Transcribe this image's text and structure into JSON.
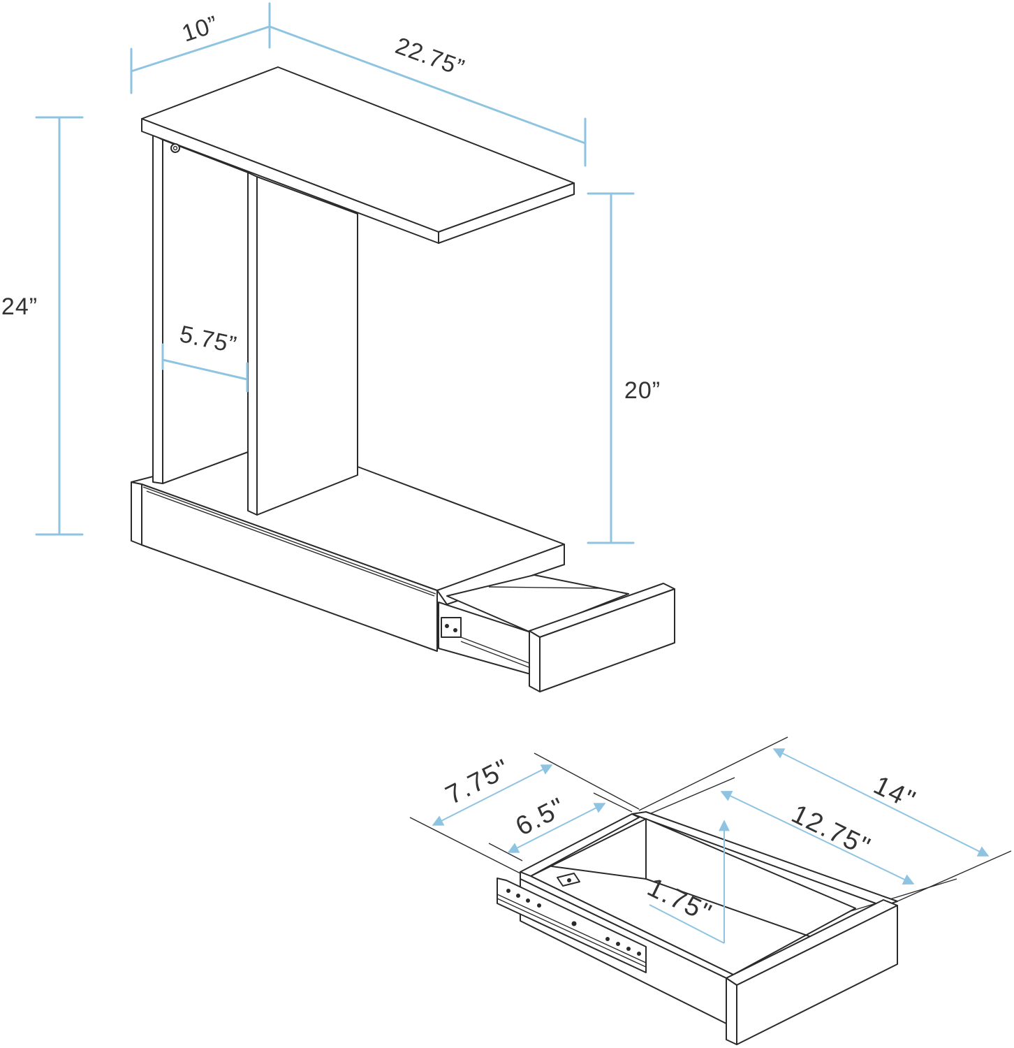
{
  "colors": {
    "line": "#2a2a2a",
    "dimension": "#8ec4e2",
    "background": "#ffffff"
  },
  "table": {
    "depth_label": "10”",
    "width_label": "22.75”",
    "height_label": "24”",
    "inner_height_label": "20”",
    "opening_width_label": "5.75”"
  },
  "drawer": {
    "outer_depth_label": "7.75\"",
    "inner_depth_label": "6.5\"",
    "outer_width_label": "14\"",
    "inner_width_label": "12.75\"",
    "inner_height_label": "1.75\""
  }
}
